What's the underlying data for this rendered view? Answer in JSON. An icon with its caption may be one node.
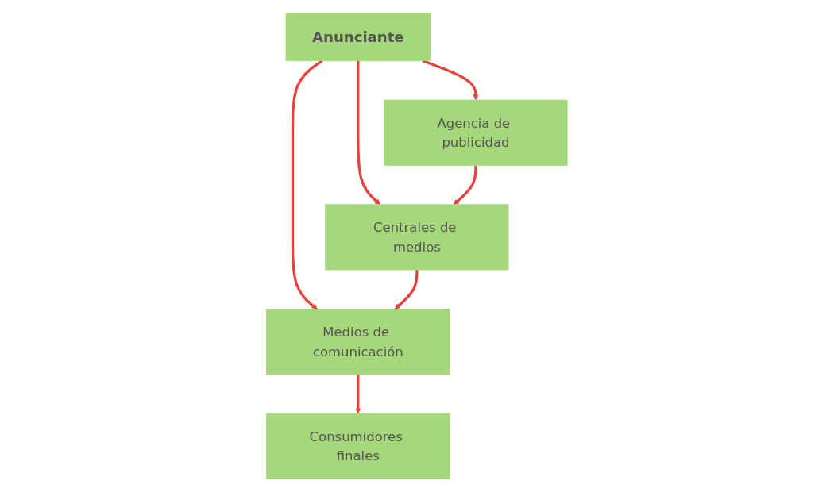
{
  "diagram": {
    "nodes": [
      {
        "text": [
          "Anunciante"
        ]
      },
      {
        "text": [
          "Agencia de publicidad"
        ]
      },
      {
        "text": [
          "Centrales de medios"
        ]
      },
      {
        "text": [
          "Medios de comunicación"
        ]
      },
      {
        "text": [
          "Consumidores finales"
        ]
      }
    ],
    "edges": [
      {
        "from": 0,
        "to": 1,
        "arrow": "to"
      },
      {
        "from": 0,
        "to": 2,
        "arrow": "to"
      },
      {
        "from": 1,
        "to": 2,
        "arrow": "to"
      },
      {
        "from": 0,
        "to": 3,
        "arrow": "to"
      },
      {
        "from": 2,
        "to": 3,
        "arrow": "to"
      },
      {
        "from": 3,
        "to": 4,
        "arrow": "to"
      }
    ]
  }
}
